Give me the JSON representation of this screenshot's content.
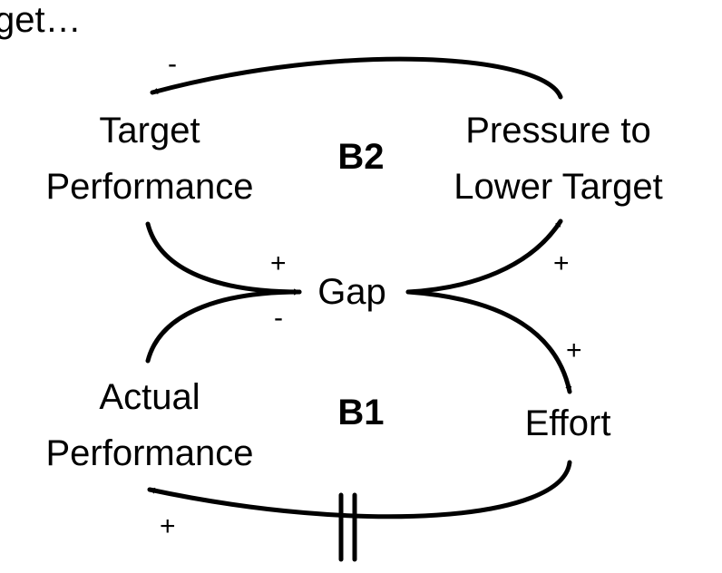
{
  "heading": "get…",
  "nodes": {
    "target_performance": [
      "Target",
      "Performance"
    ],
    "pressure_to_lower_target": [
      "Pressure to",
      "Lower Target"
    ],
    "gap": "Gap",
    "actual_performance": [
      "Actual",
      "Performance"
    ],
    "effort": "Effort"
  },
  "loops": {
    "b2": "B2",
    "b1": "B1"
  },
  "polarity": {
    "pressure_to_target": "-",
    "target_to_gap": "+",
    "actual_to_gap": "-",
    "gap_to_pressure": "+",
    "gap_to_effort": "+",
    "effort_to_actual": "+"
  },
  "colors": {
    "line": "#000000",
    "text": "#000000",
    "background": "#ffffff"
  }
}
